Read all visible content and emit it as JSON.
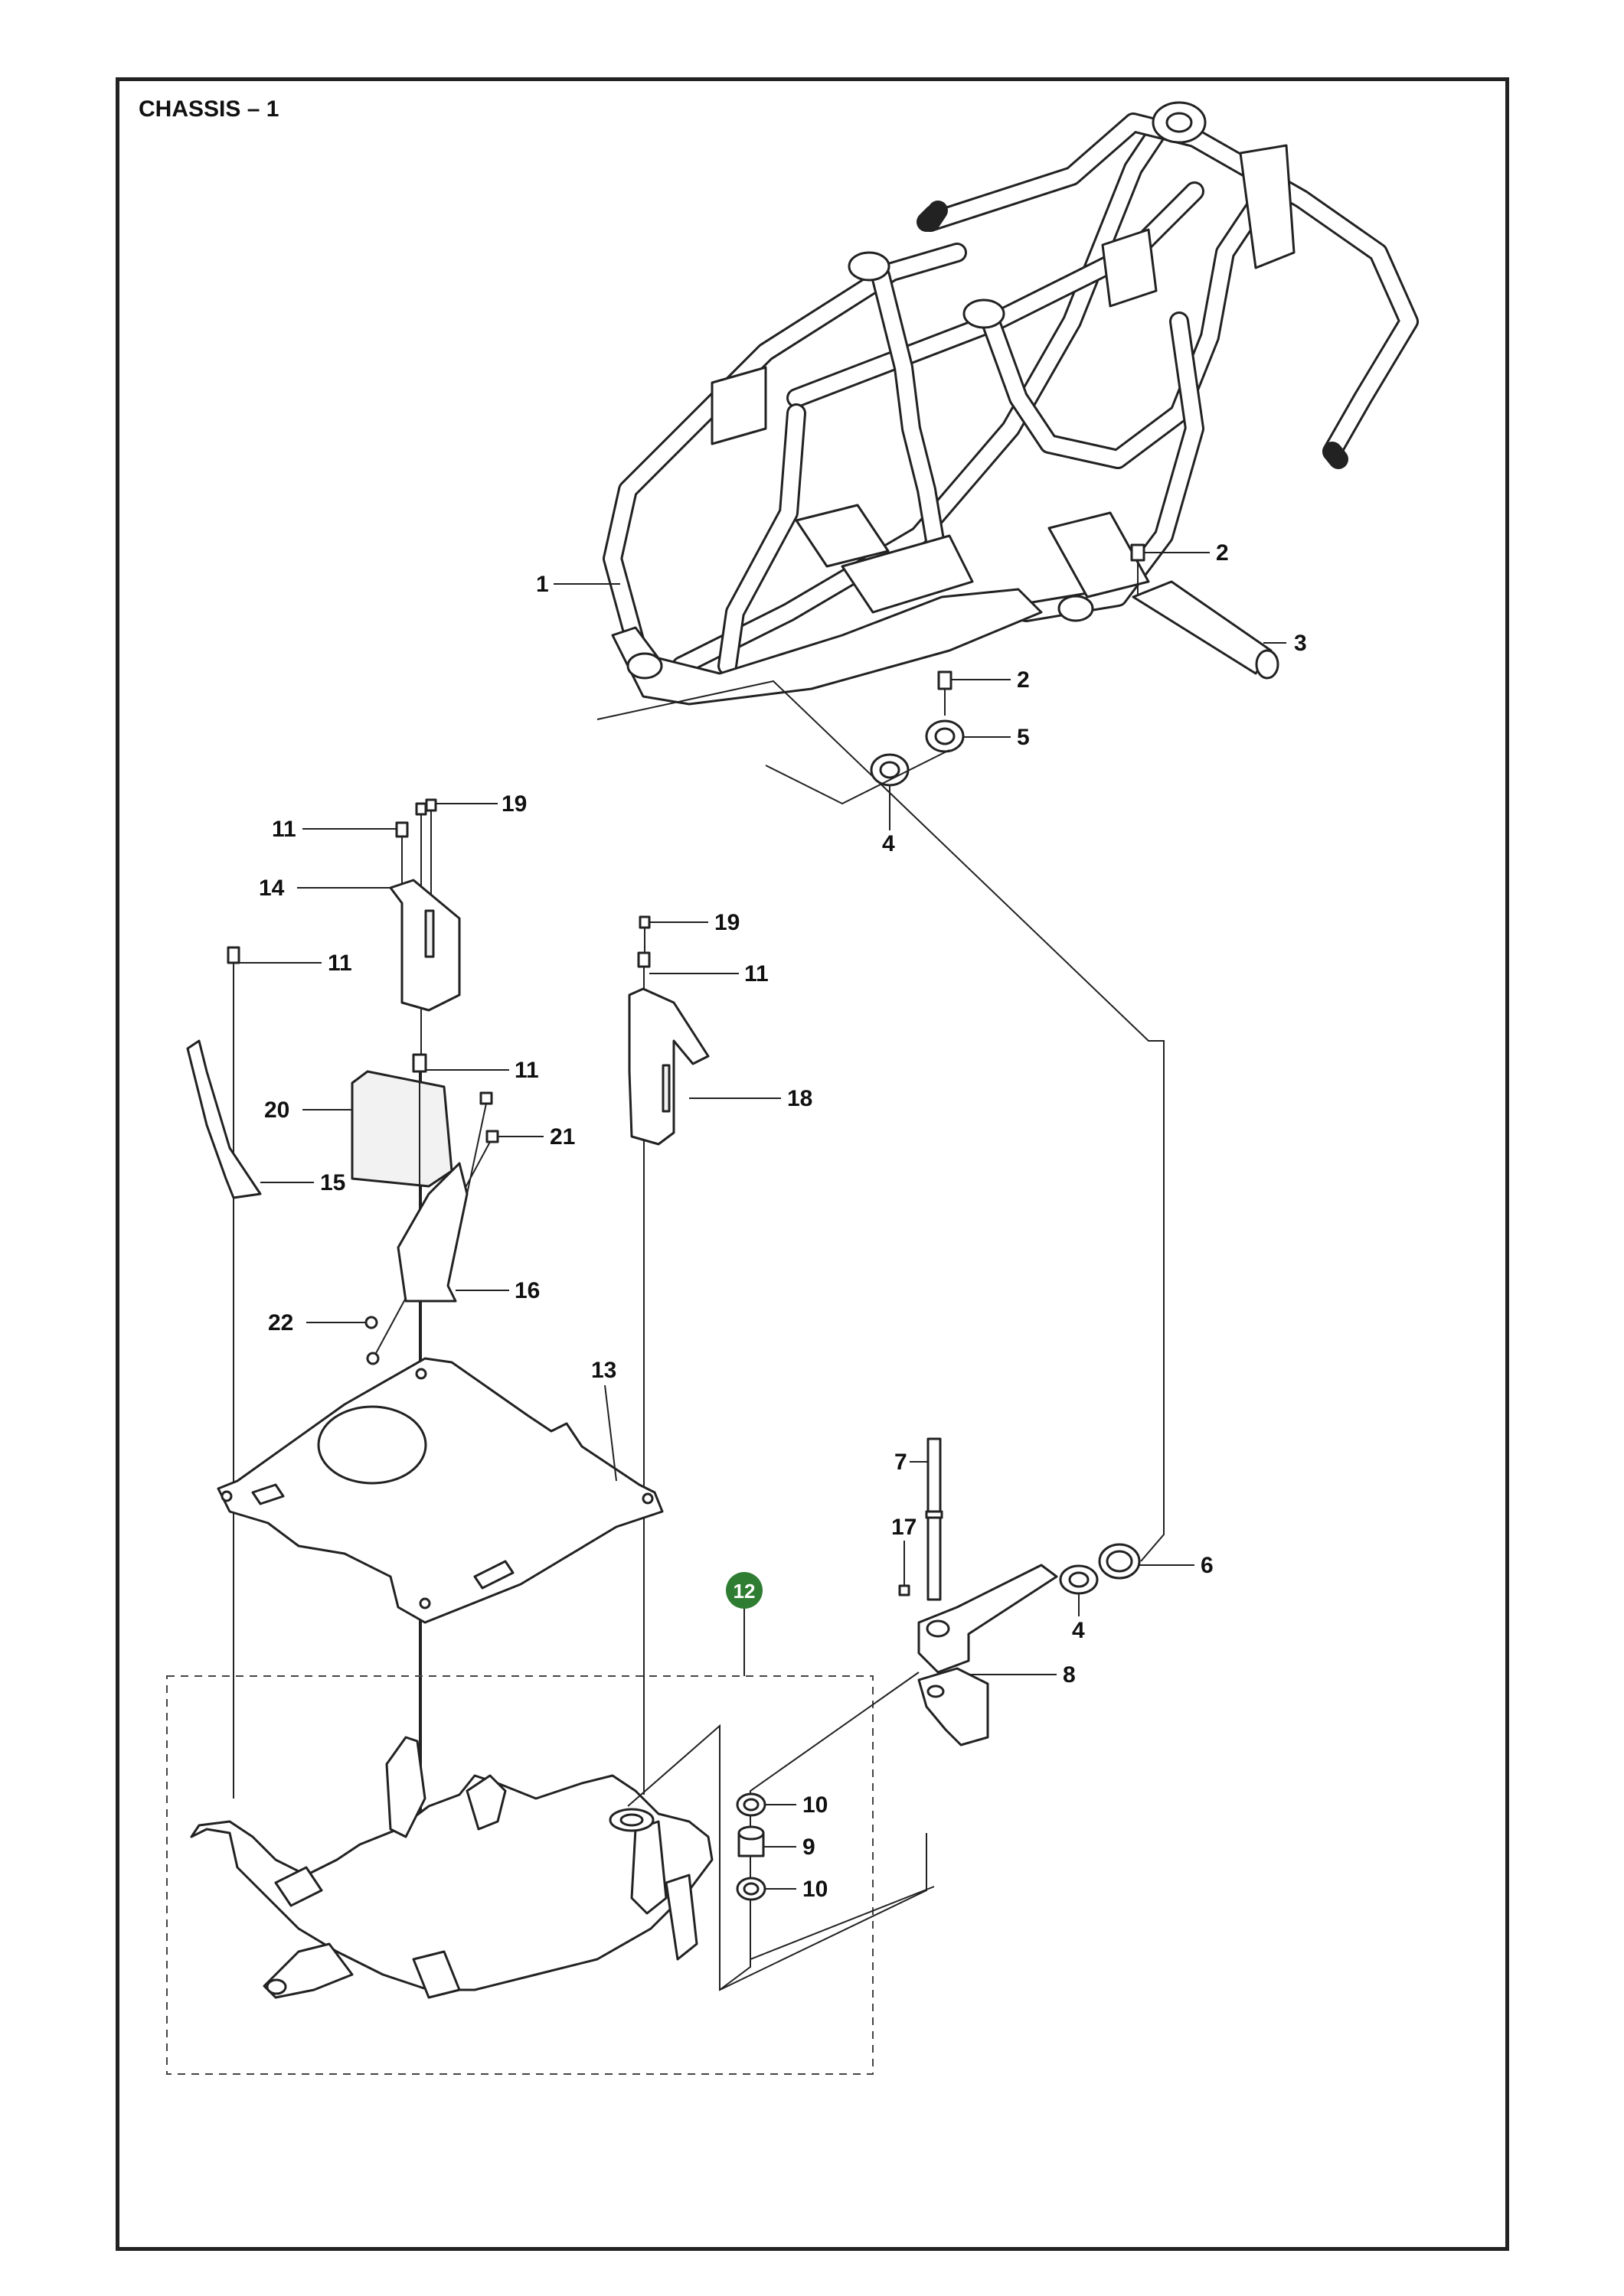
{
  "title": "CHASSIS – 1",
  "callouts": {
    "c1": "1",
    "c2a": "2",
    "c2b": "2",
    "c3": "3",
    "c4a": "4",
    "c4b": "4",
    "c5": "5",
    "c6": "6",
    "c7": "7",
    "c8": "8",
    "c9": "9",
    "c10a": "10",
    "c10b": "10",
    "c11a": "11",
    "c11b": "11",
    "c11c": "11",
    "c11d": "11",
    "c12": "12",
    "c13": "13",
    "c14": "14",
    "c15": "15",
    "c16": "16",
    "c17": "17",
    "c18": "18",
    "c19a": "19",
    "c19b": "19",
    "c20": "20",
    "c21": "21",
    "c22": "22"
  },
  "colors": {
    "assembly_badge": "#2e7d32",
    "line": "#222222"
  }
}
